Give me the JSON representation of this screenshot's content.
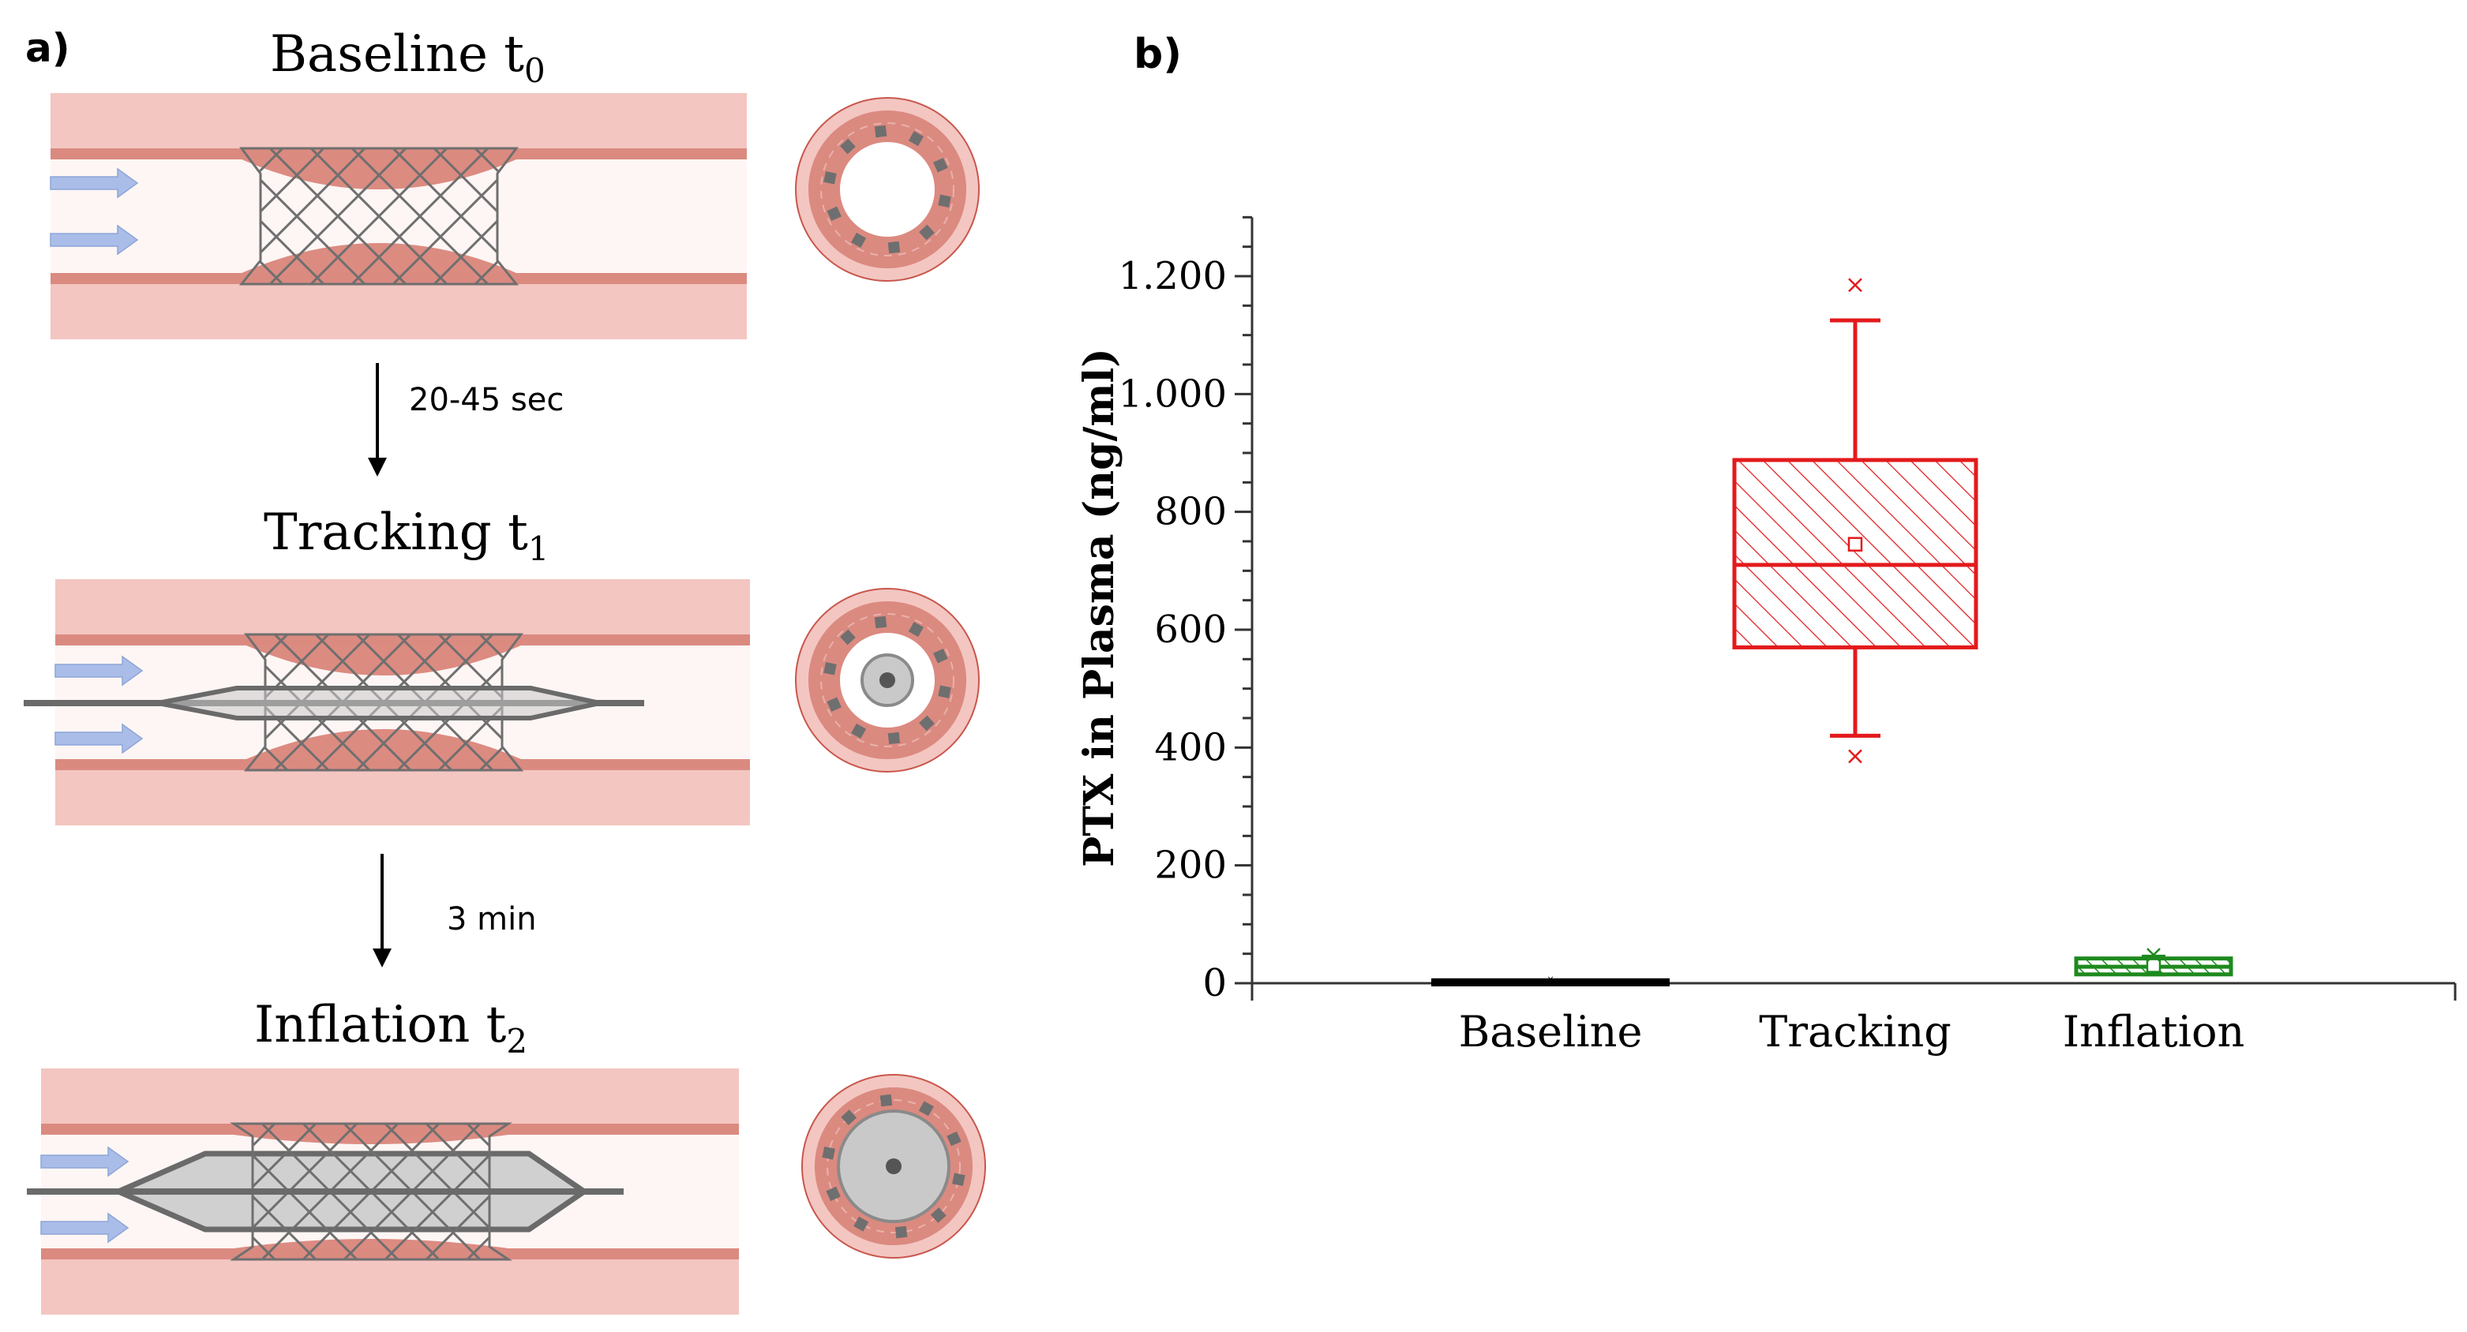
{
  "panel_a": {
    "label": "a)",
    "stages": [
      {
        "name": "Baseline",
        "sub": "0"
      },
      {
        "name": "Tracking",
        "sub": "1"
      },
      {
        "name": "Inflation",
        "sub": "2"
      }
    ],
    "transitions": [
      "20-45 sec",
      "3 min"
    ],
    "colors": {
      "vessel_wall": "#f3c6c1",
      "vessel_inner": "#db8a80",
      "lumen": "#fdf6f4",
      "plaque": "#dc8b81",
      "stent_mesh": "#6f6f6f",
      "flow_arrow": "#a9bde8",
      "balloon": "#c9c9c9"
    }
  },
  "panel_b": {
    "label": "b)"
  },
  "chart_data": {
    "type": "box",
    "ylabel": "PTX in Plasma (ng/ml)",
    "ylim": [
      0,
      1300
    ],
    "yticks": [
      0,
      200,
      400,
      600,
      800,
      1000,
      1200
    ],
    "ytick_labels": [
      "0",
      "200",
      "400",
      "600",
      "800",
      "1.000",
      "1.200"
    ],
    "categories": [
      "Baseline",
      "Tracking",
      "Inflation"
    ],
    "boxes": [
      {
        "category": "Baseline",
        "min": 0,
        "q1": 0,
        "median": 1,
        "q3": 3,
        "max": 5,
        "mean": 2,
        "outliers": [
          8
        ],
        "color": "#000000"
      },
      {
        "category": "Tracking",
        "min": 420,
        "q1": 570,
        "median": 710,
        "q3": 888,
        "max": 1125,
        "mean": 745,
        "outliers": [
          385,
          1185
        ],
        "color": "#e31a1c"
      },
      {
        "category": "Inflation",
        "min": 15,
        "q1": 15,
        "median": 28,
        "q3": 42,
        "max": 45,
        "mean": 30,
        "outliers": [
          48
        ],
        "color": "#1e8a1e"
      }
    ],
    "grid": false,
    "legend": "none"
  }
}
